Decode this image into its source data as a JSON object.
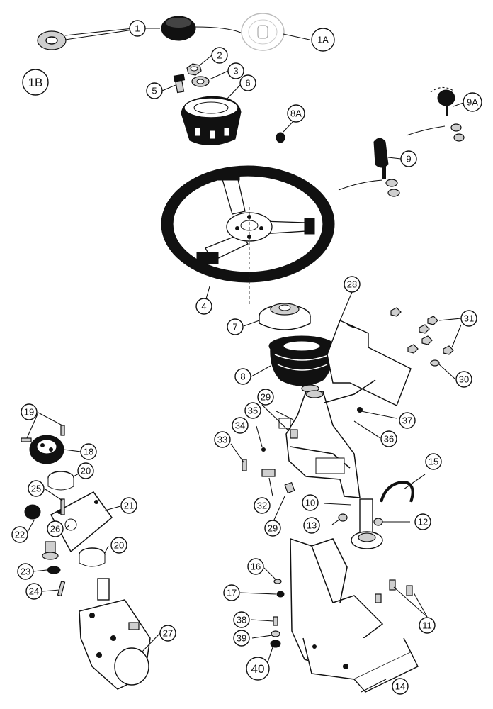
{
  "callouts": [
    {
      "id": "c1",
      "label": "1"
    },
    {
      "id": "c1a",
      "label": "1A"
    },
    {
      "id": "c1b",
      "label": "1B"
    },
    {
      "id": "c2",
      "label": "2"
    },
    {
      "id": "c3",
      "label": "3"
    },
    {
      "id": "c4",
      "label": "4"
    },
    {
      "id": "c5",
      "label": "5"
    },
    {
      "id": "c6",
      "label": "6"
    },
    {
      "id": "c7",
      "label": "7"
    },
    {
      "id": "c8",
      "label": "8"
    },
    {
      "id": "c8a",
      "label": "8A"
    },
    {
      "id": "c9",
      "label": "9"
    },
    {
      "id": "c9a",
      "label": "9A"
    },
    {
      "id": "c10",
      "label": "10"
    },
    {
      "id": "c11",
      "label": "11"
    },
    {
      "id": "c12",
      "label": "12"
    },
    {
      "id": "c13",
      "label": "13"
    },
    {
      "id": "c14",
      "label": "14"
    },
    {
      "id": "c15",
      "label": "15"
    },
    {
      "id": "c16",
      "label": "16"
    },
    {
      "id": "c17",
      "label": "17"
    },
    {
      "id": "c18",
      "label": "18"
    },
    {
      "id": "c19",
      "label": "19"
    },
    {
      "id": "c20a",
      "label": "20"
    },
    {
      "id": "c20b",
      "label": "20"
    },
    {
      "id": "c21",
      "label": "21"
    },
    {
      "id": "c22",
      "label": "22"
    },
    {
      "id": "c23",
      "label": "23"
    },
    {
      "id": "c24",
      "label": "24"
    },
    {
      "id": "c25",
      "label": "25"
    },
    {
      "id": "c26",
      "label": "26"
    },
    {
      "id": "c27",
      "label": "27"
    },
    {
      "id": "c28",
      "label": "28"
    },
    {
      "id": "c29a",
      "label": "29"
    },
    {
      "id": "c29b",
      "label": "29"
    },
    {
      "id": "c30",
      "label": "30"
    },
    {
      "id": "c31",
      "label": "31"
    },
    {
      "id": "c32",
      "label": "32"
    },
    {
      "id": "c33",
      "label": "33"
    },
    {
      "id": "c34",
      "label": "34"
    },
    {
      "id": "c35",
      "label": "35"
    },
    {
      "id": "c36",
      "label": "36"
    },
    {
      "id": "c37",
      "label": "37"
    },
    {
      "id": "c38",
      "label": "38"
    },
    {
      "id": "c39",
      "label": "39"
    },
    {
      "id": "c40",
      "label": "40"
    }
  ]
}
